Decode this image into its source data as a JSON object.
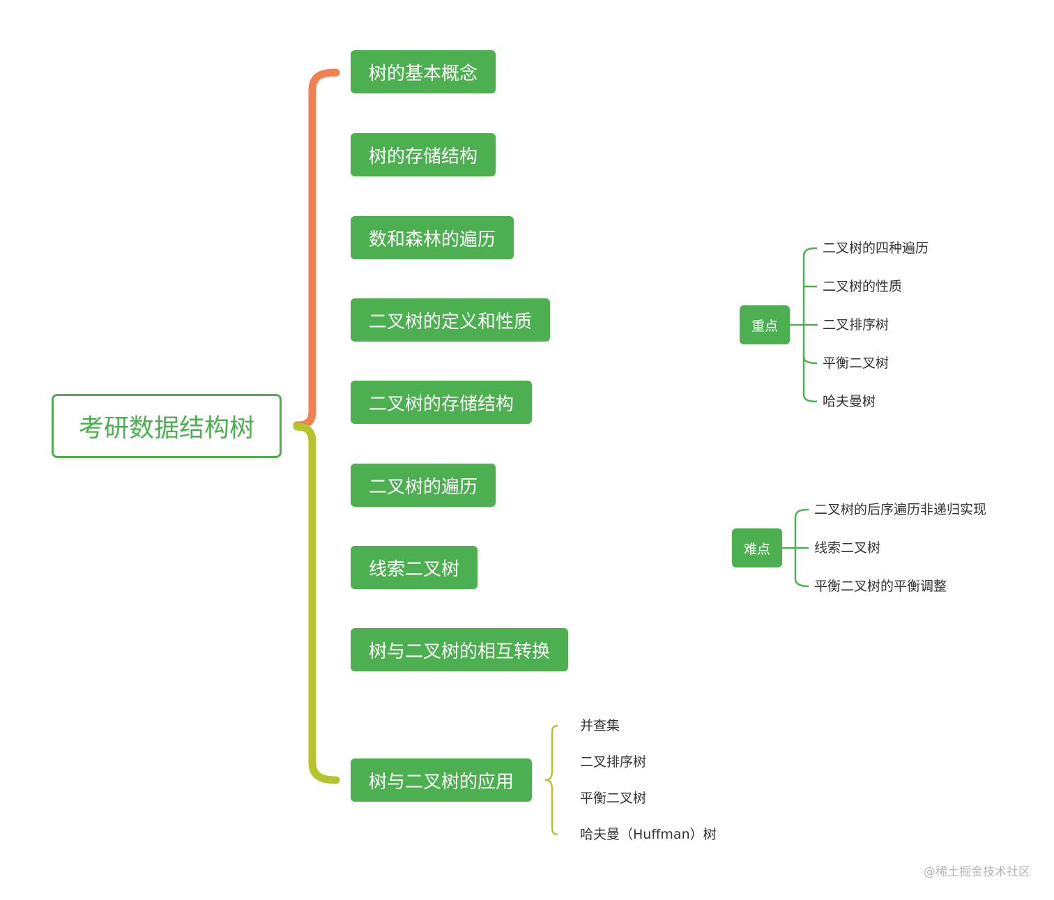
{
  "root": {
    "label": "考研数据结构树"
  },
  "topics": [
    "树的基本概念",
    "树的存储结构",
    "数和森林的遍历",
    "二叉树的定义和性质",
    "二叉树的存储结构",
    "二叉树的遍历",
    "线索二叉树",
    "树与二叉树的相互转换",
    "树与二叉树的应用"
  ],
  "key_points": {
    "label": "重点",
    "items": [
      "二叉树的四种遍历",
      "二叉树的性质",
      "二叉排序树",
      "平衡二叉树",
      "哈夫曼树"
    ]
  },
  "difficult_points": {
    "label": "难点",
    "items": [
      "二叉树的后序遍历非递归实现",
      "线索二叉树",
      "平衡二叉树的平衡调整"
    ]
  },
  "applications": {
    "items": [
      "并查集",
      "二叉排序树",
      "平衡二叉树",
      "哈夫曼（Huffman）树"
    ]
  },
  "watermark": "@稀土掘金技术社区",
  "colors": {
    "node_green": "#4caf50",
    "brace_upper": "#f28152",
    "brace_lower": "#b5c42a",
    "leaf_branch_green": "#4caf50",
    "app_branch": "#b5c42a"
  }
}
